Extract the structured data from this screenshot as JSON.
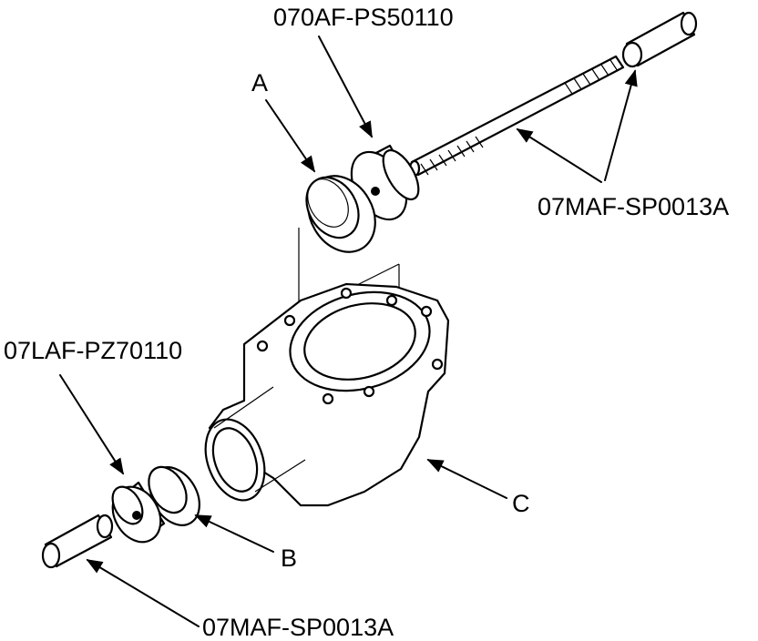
{
  "labels": {
    "tool_top": "070AF-PS50110",
    "part_a": "A",
    "tool_rod_right": "07MAF-SP0013A",
    "tool_left": "07LAF-PZ70110",
    "part_b": "B",
    "part_c": "C",
    "tool_rod_bottom": "07MAF-SP0013A"
  },
  "icons": {
    "arrowhead": "filled-arrowhead"
  }
}
